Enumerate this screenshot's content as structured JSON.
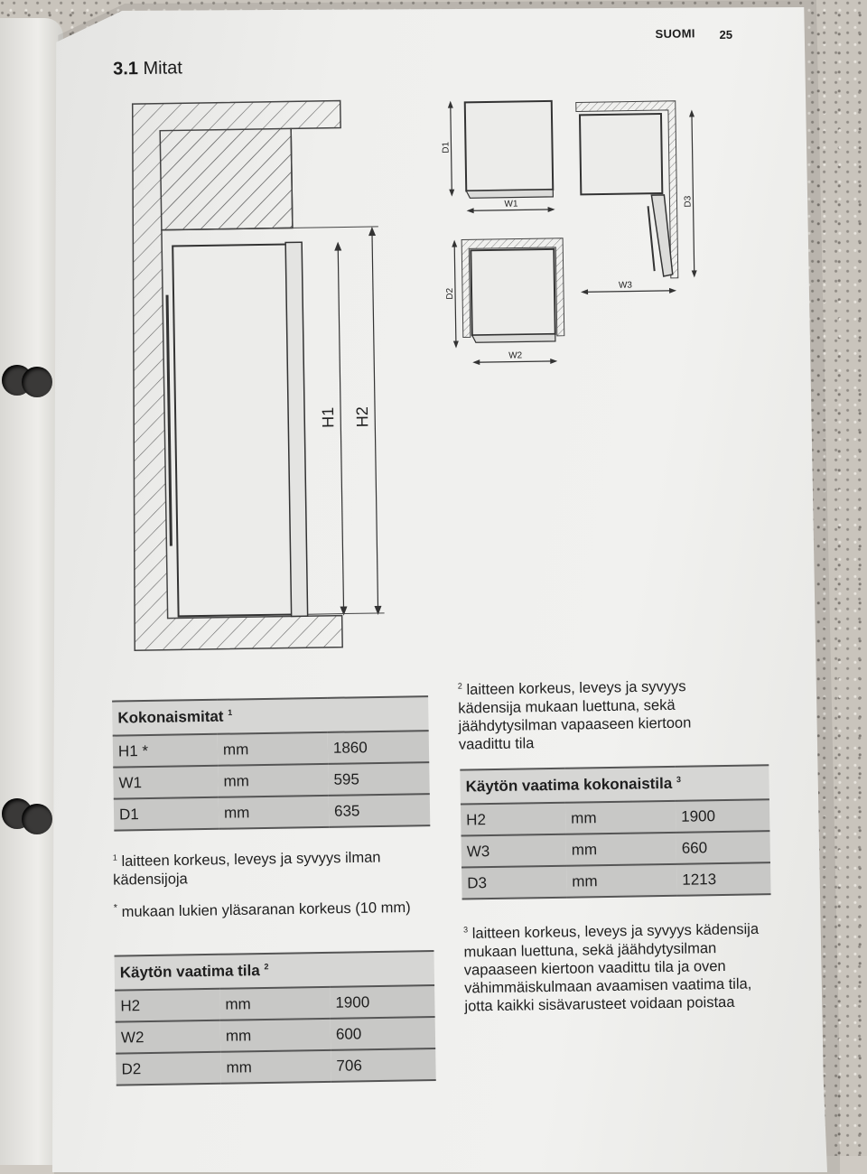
{
  "header": {
    "language": "SUOMI",
    "page_number": "25"
  },
  "section": {
    "number": "3.1",
    "title": "Mitat"
  },
  "diagram_labels": {
    "h1": "H1",
    "h2": "H2",
    "d1": "D1",
    "w1": "W1",
    "d2": "D2",
    "w2": "W2",
    "d3": "D3",
    "w3": "W3"
  },
  "table_overall": {
    "title": "Kokonaismitat",
    "title_sup": "1",
    "rows": [
      {
        "name": "H1 *",
        "unit": "mm",
        "value": "1860"
      },
      {
        "name": "W1",
        "unit": "mm",
        "value": "595"
      },
      {
        "name": "D1",
        "unit": "mm",
        "value": "635"
      }
    ]
  },
  "note1": {
    "sup": "1",
    "text": "laitteen korkeus, leveys ja syvyys ilman kädensijoja"
  },
  "note_star": {
    "sup": "*",
    "text": "mukaan lukien yläsaranan korkeus (10 mm)"
  },
  "table_use": {
    "title": "Käytön vaatima tila",
    "title_sup": "2",
    "rows": [
      {
        "name": "H2",
        "unit": "mm",
        "value": "1900"
      },
      {
        "name": "W2",
        "unit": "mm",
        "value": "600"
      },
      {
        "name": "D2",
        "unit": "mm",
        "value": "706"
      }
    ]
  },
  "note2": {
    "sup": "2",
    "text": "laitteen korkeus, leveys ja syvyys kädensija mukaan luettuna, sekä jäähdytysilman vapaaseen kiertoon vaadittu tila"
  },
  "table_total": {
    "title": "Käytön vaatima kokonaistila",
    "title_sup": "3",
    "rows": [
      {
        "name": "H2",
        "unit": "mm",
        "value": "1900"
      },
      {
        "name": "W3",
        "unit": "mm",
        "value": "660"
      },
      {
        "name": "D3",
        "unit": "mm",
        "value": "1213"
      }
    ]
  },
  "note3": {
    "sup": "3",
    "text": "laitteen korkeus, leveys ja syvyys kädensija mukaan luettuna, sekä jäähdytysilman vapaaseen kiertoon vaadittu tila ja oven vähimmäiskulmaan avaamisen vaatima tila, jotta kaikki sisävarusteet voidaan poistaa"
  }
}
